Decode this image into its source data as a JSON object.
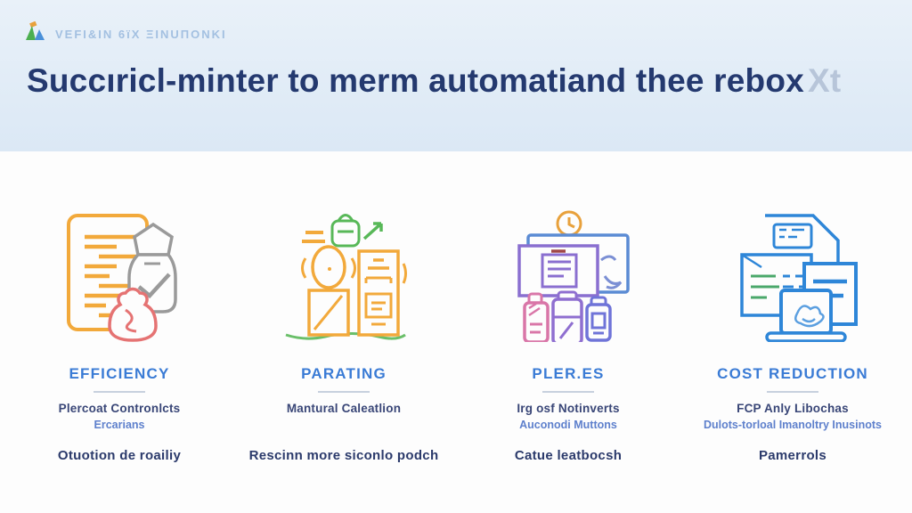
{
  "header": {
    "logo_text": "VEFI&IN 6ïX ΞINUΠONKI",
    "title": "Succıricl-minter to merm automatiand thee rebox",
    "title_ghost": "Xt"
  },
  "columns": [
    {
      "icon": "document-checklist-badge-icon",
      "heading": "EFFICIENCY",
      "sub1": "Plercoat Contronlcts",
      "sub2": "Ercarians",
      "note": "Otuotion de roailiy"
    },
    {
      "icon": "person-kiosk-growth-icon",
      "heading": "PARATING",
      "sub1": "Mantural Caleatlion",
      "sub2": "",
      "note": "Rescinn more siconlo podch"
    },
    {
      "icon": "clock-chat-bottles-icon",
      "heading": "PLER.ES",
      "sub1": "Irg osf Notinverts",
      "sub2": "Auconodi Muttons",
      "note": "Catue leatbocsh"
    },
    {
      "icon": "documents-laptop-icon",
      "heading": "COST REDUCTION",
      "sub1": "FCP Anly Libochas",
      "sub2": "Dulots-torloal Imanoltry Inusinots",
      "note": "Pamerrols"
    }
  ],
  "colors": {
    "header_bg": "#dbe8f5",
    "title": "#24396f",
    "heading_blue": "#3a7bd5",
    "sub_dark": "#394677",
    "sub_light": "#5e80cc",
    "accent_orange": "#f2a93b",
    "accent_green": "#6abf69",
    "accent_red": "#e57373",
    "accent_pink": "#d976a8",
    "accent_purple": "#8f6fd0",
    "accent_indigo": "#6f74d8",
    "accent_blue": "#2e86d8",
    "logo_text_color": "#a3c0e1"
  }
}
